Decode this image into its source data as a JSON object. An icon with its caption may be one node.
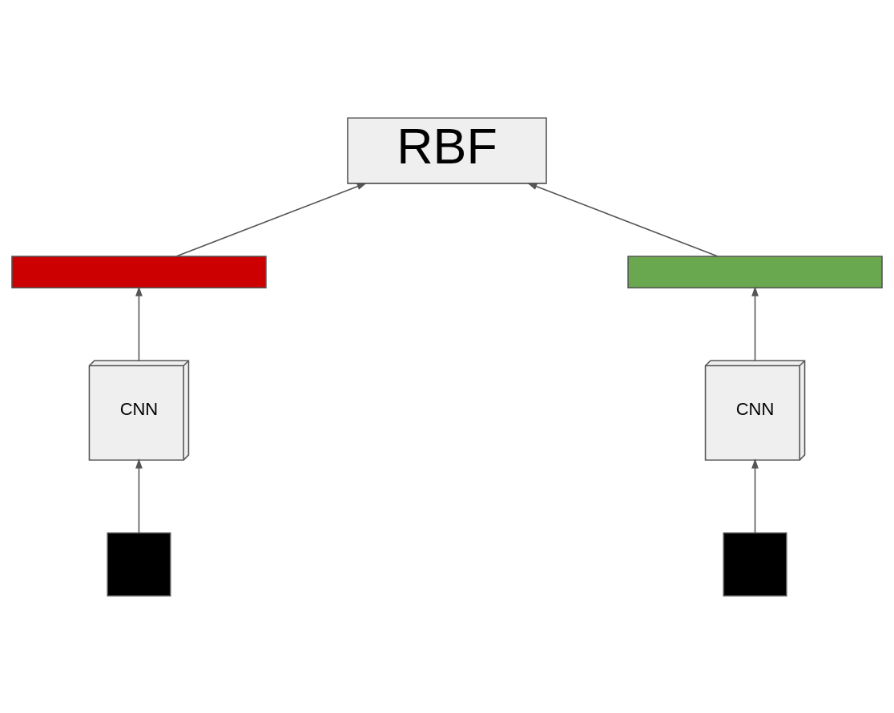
{
  "diagram": {
    "nodes": [
      {
        "text": [
          "RBF"
        ]
      },
      {
        "text": [],
        "shape": "bar"
      },
      {
        "text": [],
        "shape": "bar"
      },
      {
        "text": [
          "CNN"
        ]
      },
      {
        "text": [
          "CNN"
        ]
      },
      {
        "text": [],
        "shape": "box"
      },
      {
        "text": [],
        "shape": "box"
      }
    ],
    "edges": [
      {
        "from": 5,
        "to": 3,
        "arrow": "to"
      },
      {
        "from": 3,
        "to": 1,
        "arrow": "to"
      },
      {
        "from": 1,
        "to": 0,
        "arrow": "to"
      },
      {
        "from": 6,
        "to": 4,
        "arrow": "to"
      },
      {
        "from": 4,
        "to": 2,
        "arrow": "to"
      },
      {
        "from": 2,
        "to": 0,
        "arrow": "to"
      }
    ]
  }
}
